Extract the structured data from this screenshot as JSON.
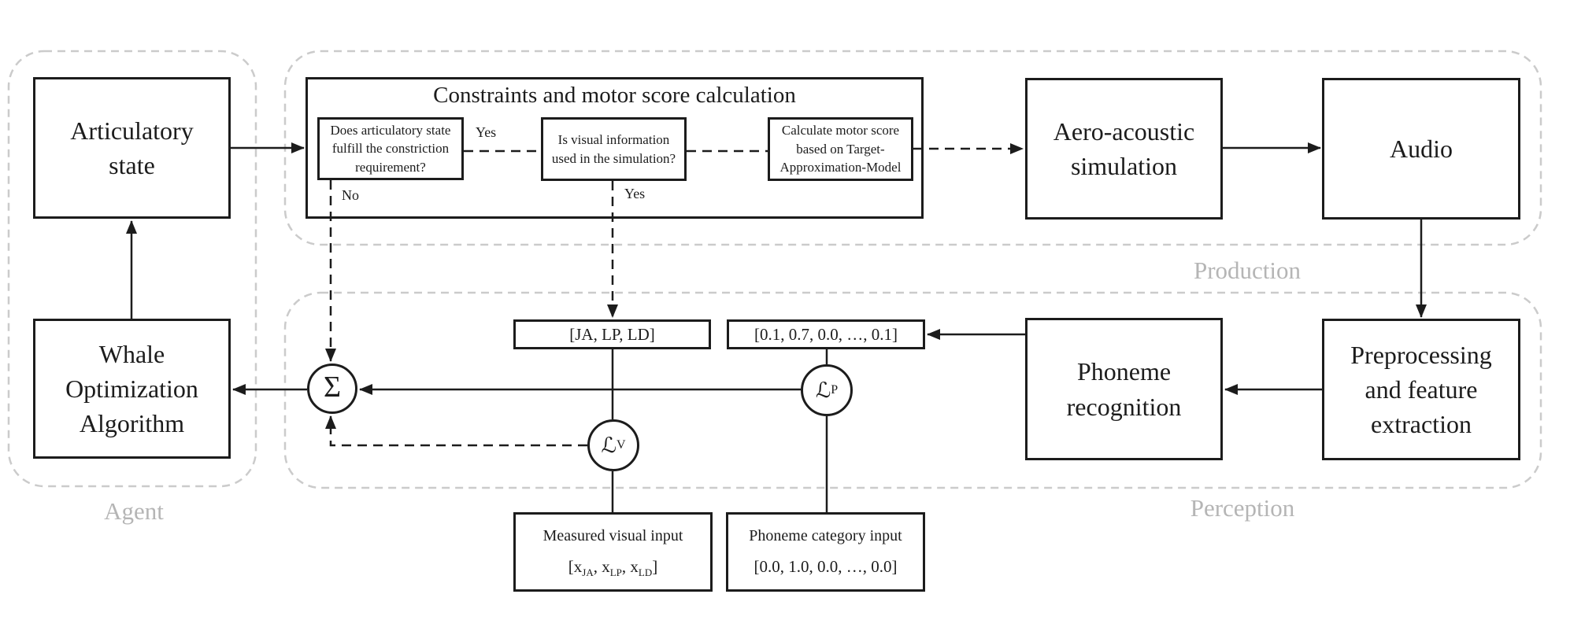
{
  "regions": {
    "agent": {
      "label": "Agent"
    },
    "production": {
      "label": "Production"
    },
    "perception": {
      "label": "Perception"
    }
  },
  "boxes": {
    "articulatory_state": "Articulatory\nstate",
    "whale_optimization": "Whale\nOptimization\nAlgorithm",
    "constraints_title": "Constraints and motor score calculation",
    "constriction_check": "Does articulatory state\nfulfill the constriction\nrequirement?",
    "visual_check": "Is visual information\nused in the simulation?",
    "motor_score": "Calculate motor score\nbased on Target-\nApproximation-Model",
    "aero_acoustic": "Aero-acoustic\nsimulation",
    "audio": "Audio",
    "phoneme_recognition": "Phoneme\nrecognition",
    "preprocessing": "Preprocessing\nand feature\nextraction"
  },
  "branch_labels": {
    "yes_constriction": "Yes",
    "no_constriction": "No",
    "yes_visual": "Yes"
  },
  "vectors": {
    "motor_params": "[JA, LP, LD]",
    "phoneme_probs": "[0.1, 0.7, 0.0, …, 0.1]"
  },
  "nodes": {
    "sum_symbol": "Σ",
    "visual_loss": {
      "symbol": "ℒ",
      "subscript": "V"
    },
    "phoneme_loss": {
      "symbol": "ℒ",
      "subscript": "P"
    }
  },
  "inputs": {
    "visual": {
      "title": "Measured visual input",
      "open": "[x",
      "sub1": "JA",
      "mid1": ", x",
      "sub2": "LP",
      "mid2": ", x",
      "sub3": "LD",
      "close": "]"
    },
    "phoneme": {
      "title": "Phoneme category input",
      "value": "[0.0, 1.0, 0.0, …, 0.0]"
    }
  }
}
